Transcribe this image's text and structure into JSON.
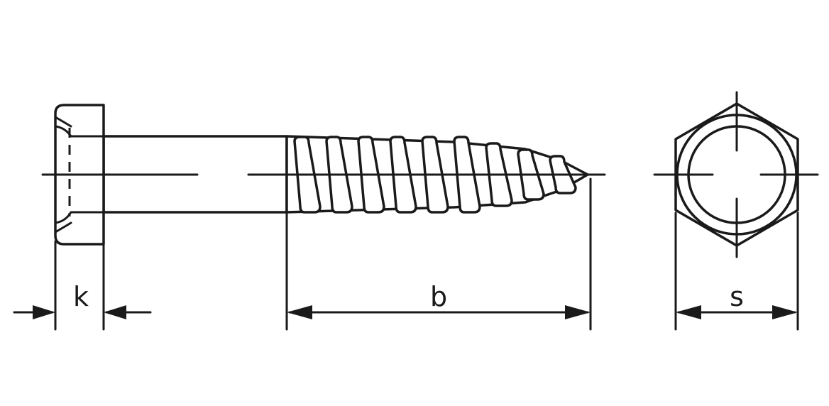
{
  "diagram": {
    "line_color": "#1a1a1a",
    "background_color": "#ffffff",
    "views": [
      {
        "id": "side-view",
        "subject": "hex-head-wood-screw"
      },
      {
        "id": "end-view",
        "subject": "hex-head"
      }
    ],
    "dimensions": {
      "head_height_label": "k",
      "thread_length_label": "b",
      "across_flats_label": "s"
    },
    "thread_turns_visible": 9
  }
}
